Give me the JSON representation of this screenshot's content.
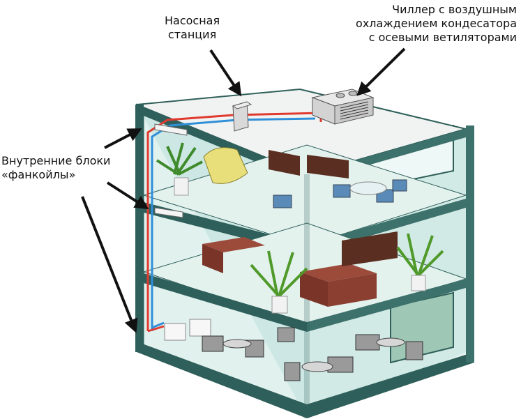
{
  "labels": {
    "pump_station": [
      "Насосная",
      "станция"
    ],
    "chiller": [
      "Чиллер с воздушным",
      "охлаждением кондесатора",
      "с осевыми ветиляторами"
    ],
    "fancoils": [
      "Внутренние блоки",
      "«фанкойлы»"
    ]
  },
  "colors": {
    "frame": "#2f5f5a",
    "glass": "#cfe9e4",
    "floor": "#dff0ec",
    "pipe_supply": "#e03a2f",
    "pipe_return": "#2f8fd8",
    "arrow": "#111111"
  },
  "icons": [
    "pump-station-icon",
    "chiller-icon",
    "fancoil-unit-icon",
    "plant-icon",
    "armchair-icon",
    "office-chair-icon",
    "desk-icon",
    "bookshelf-icon",
    "garden-chair-icon",
    "table-icon"
  ]
}
